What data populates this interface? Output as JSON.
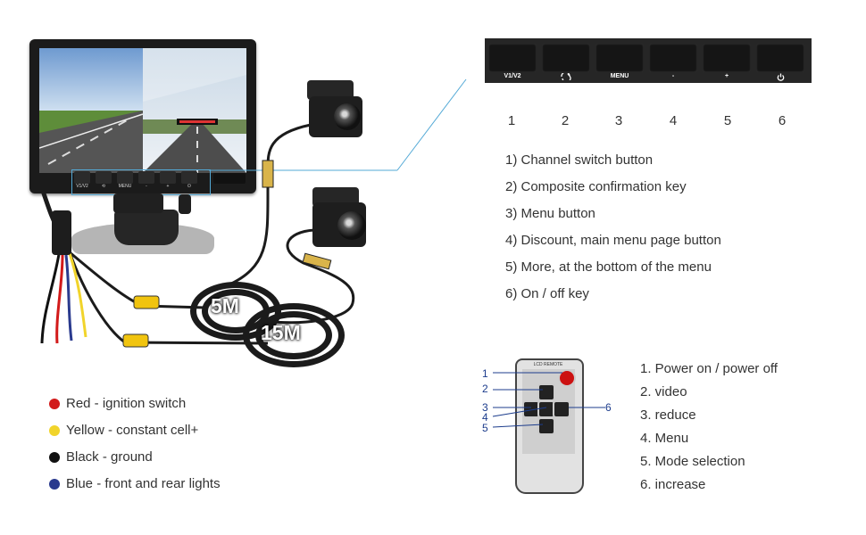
{
  "colors": {
    "wire_red": "#d21a1a",
    "wire_yellow": "#f1d42b",
    "wire_black": "#111111",
    "wire_blue": "#2a3a8e",
    "highlight": "#53a9d6",
    "remote_label": "#1c3c8c",
    "power_button": "#cc1111"
  },
  "monitor": {
    "bezel_labels": [
      "V1/V2",
      "⟲",
      "MENU",
      "-",
      "+",
      "⏻"
    ]
  },
  "cables": {
    "short_label": "5M",
    "long_label": "15M"
  },
  "button_strip": {
    "labels": [
      "V1/V2",
      "",
      "MENU",
      "-",
      "+",
      ""
    ],
    "icons": [
      "",
      "cycle-arrows-icon",
      "",
      "",
      "",
      "power-icon"
    ],
    "numbers": [
      "1",
      "2",
      "3",
      "4",
      "5",
      "6"
    ]
  },
  "descriptions": [
    "1) Channel switch button",
    "2) Composite confirmation key",
    "3) Menu button",
    "4) Discount, main menu page button",
    "5) More, at the bottom of the menu",
    "6) On / off key"
  ],
  "wire_legend": [
    {
      "color": "#d21a1a",
      "text": "Red - ignition switch"
    },
    {
      "color": "#f1d42b",
      "text": "Yellow - constant cell+"
    },
    {
      "color": "#111111",
      "text": "Black - ground"
    },
    {
      "color": "#2a3a8e",
      "text": "Blue - front and rear lights"
    }
  ],
  "remote": {
    "header": "LCD REMOTE",
    "callouts": [
      "1",
      "2",
      "3",
      "4",
      "5",
      "6"
    ],
    "functions": [
      "1. Power on / power off",
      "2. video",
      "3. reduce",
      "4. Menu",
      "5. Mode selection",
      "6. increase"
    ]
  }
}
